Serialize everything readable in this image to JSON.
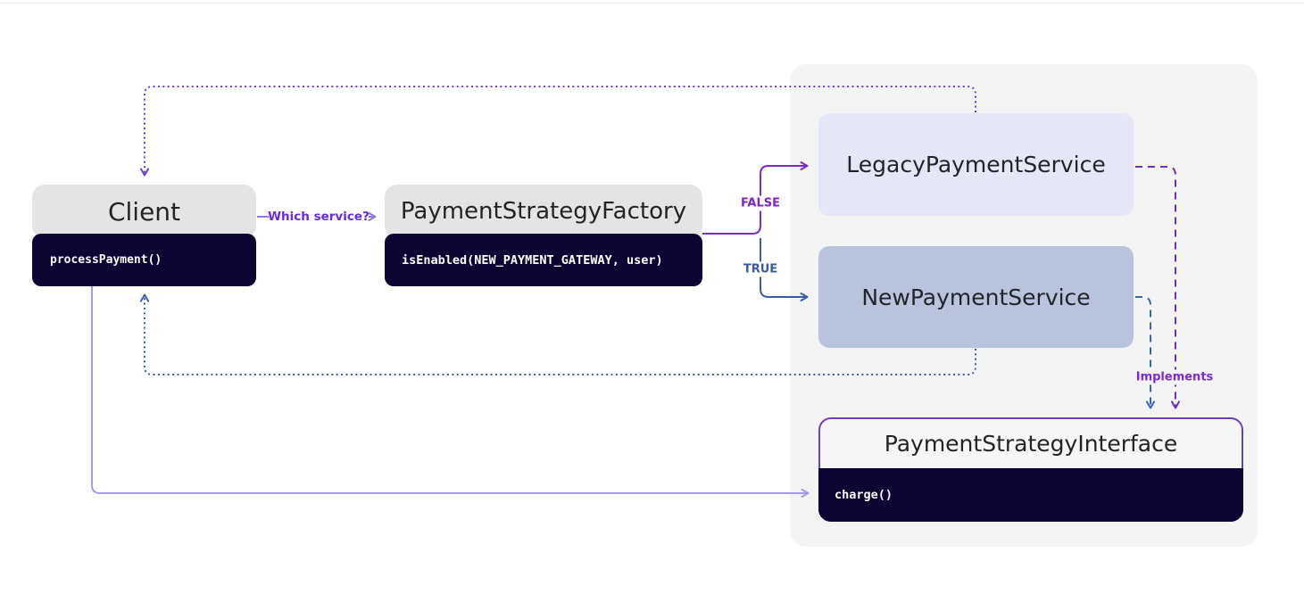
{
  "client": {
    "title": "Client",
    "method": "processPayment()"
  },
  "factory": {
    "title": "PaymentStrategyFactory",
    "method": "isEnabled(NEW_PAYMENT_GATEWAY, user)"
  },
  "services": {
    "legacy": {
      "title": "LegacyPaymentService"
    },
    "new": {
      "title": "NewPaymentService"
    }
  },
  "interface": {
    "title": "PaymentStrategyInterface",
    "method": "charge()"
  },
  "labels": {
    "which_service": "Which service?",
    "branch_false": "FALSE",
    "branch_true": "TRUE",
    "implements": "Implements"
  },
  "colors": {
    "c_panel": "#f4f4f5",
    "c_node_head": "#e4e4e4",
    "c_node_dark": "#0c0433",
    "c_legacy": "#e5e7f6",
    "c_new": "#b9c4dc",
    "c_iface_border": "#6d3fc4",
    "c_purple": "#7a2bc8",
    "c_blue": "#3a5ca3",
    "c_lilac": "#a39ce4",
    "c_dash_purple": "#6d2ec2",
    "c_dash_blue": "#3c64ab",
    "c_dot_purple": "#6b3fd0",
    "c_dot_blue": "#3b5fa3",
    "c_label_ws": "#6d28d9",
    "c_label_false": "#7d24c9",
    "c_label_true": "#3a5a9f",
    "c_label_impl": "#7c2bd0"
  }
}
